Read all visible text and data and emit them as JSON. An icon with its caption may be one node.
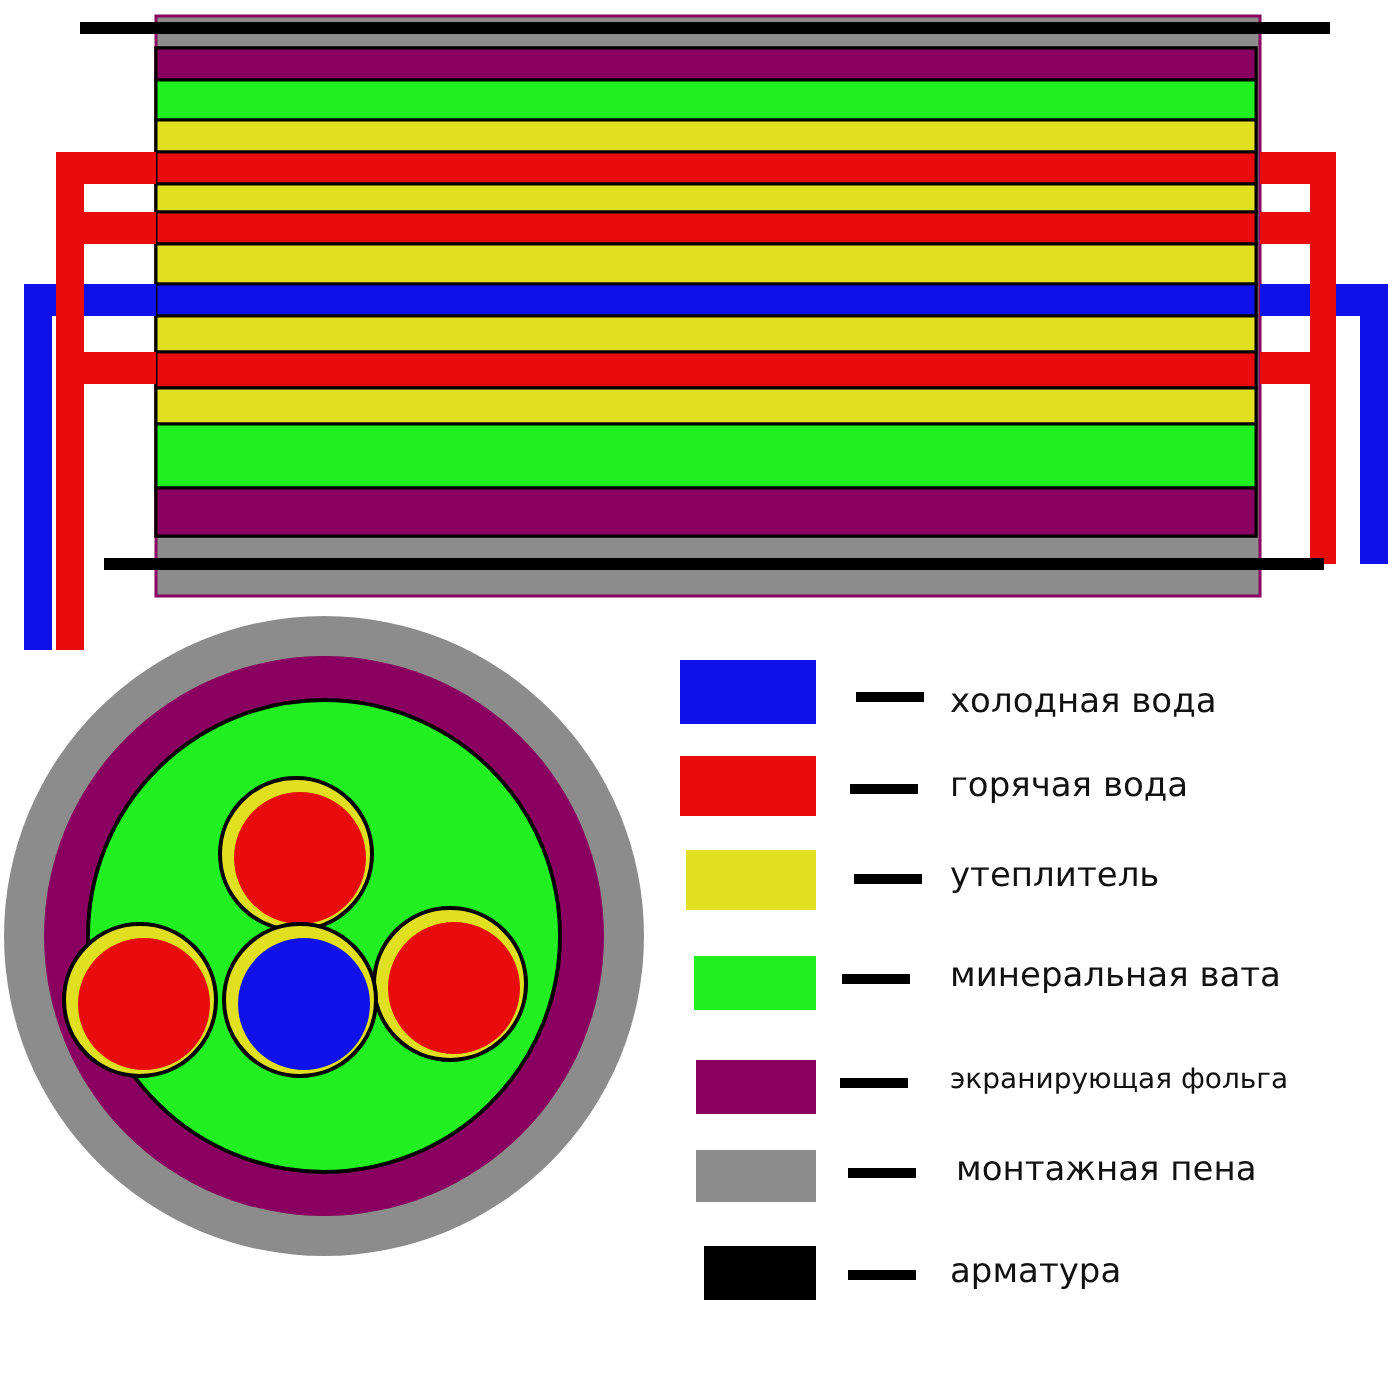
{
  "diagram": {
    "legend": [
      {
        "text": "холодная вода",
        "color": "#1010e8"
      },
      {
        "text": "горячая вода",
        "color": "#e80c0c"
      },
      {
        "text": "утеплитель",
        "color": "#e0e020"
      },
      {
        "text": "минеральная вата",
        "color": "#20f020"
      },
      {
        "text": "экранирующая фольга",
        "color": "#8a0060"
      },
      {
        "text": "монтажная пена",
        "color": "#8c8c8c"
      },
      {
        "text": "арматура",
        "color": "#000000"
      }
    ]
  }
}
